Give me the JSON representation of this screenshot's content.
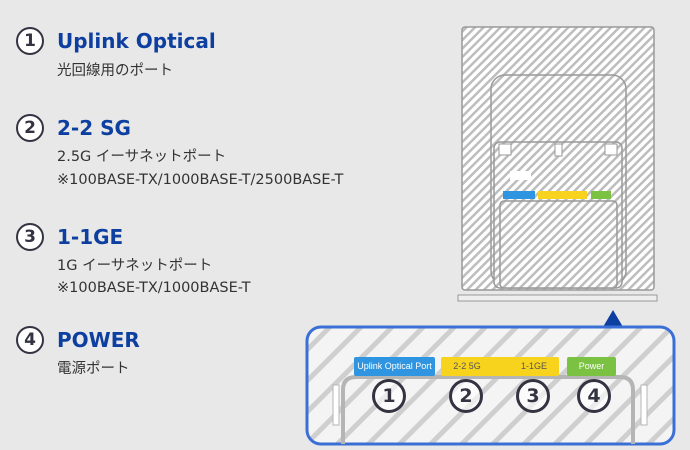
{
  "items": [
    {
      "num": "1",
      "title": "Uplink Optical",
      "lines": [
        "光回線用のポート"
      ]
    },
    {
      "num": "2",
      "title": "2-2 SG",
      "lines": [
        "2.5G イーサネットポート",
        "※100BASE-TX/1000BASE-T/2500BASE-T"
      ]
    },
    {
      "num": "3",
      "title": "1-1GE",
      "lines": [
        "1G イーサネットポート",
        "※100BASE-TX/1000BASE-T"
      ]
    },
    {
      "num": "4",
      "title": "POWER",
      "lines": [
        "電源ポート"
      ]
    }
  ],
  "callout": {
    "labels": {
      "uplink": "Uplink Optical Port",
      "sg": "2-2 5G",
      "ge": "1-1GE",
      "power": "Power"
    },
    "numbers": [
      "1",
      "2",
      "3",
      "4"
    ]
  },
  "colors": {
    "accent": "#0d3fa0",
    "uplink": "#2f95e0",
    "yellow": "#f7d31e",
    "green": "#7cc242",
    "callout_border": "#3a6fd6"
  }
}
